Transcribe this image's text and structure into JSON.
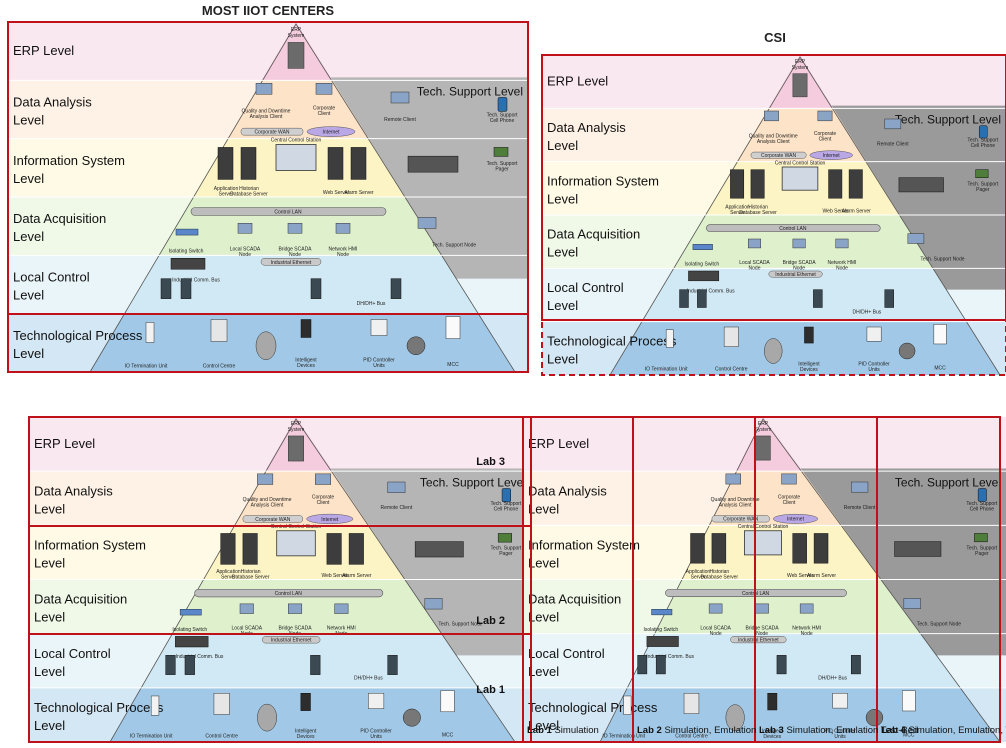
{
  "titles": {
    "most": "MOST IIOT CENTERS",
    "csi": "CSI"
  },
  "levels": [
    {
      "id": "erp",
      "label": "ERP Level"
    },
    {
      "id": "data-analysis",
      "label": "Data Analysis Level"
    },
    {
      "id": "information-system",
      "label": "Information System Level"
    },
    {
      "id": "data-acquisition",
      "label": "Data Acquisition Level"
    },
    {
      "id": "local-control",
      "label": "Local Control Level"
    },
    {
      "id": "technological-process",
      "label": "Technological Process Level"
    }
  ],
  "band_colors": [
    "#f3c9dc",
    "#fde1c4",
    "#fdf3c2",
    "#dcefc9",
    "#cfe8f3",
    "#9cc6e6"
  ],
  "support_level": "Tech. Support Level",
  "nodes": {
    "erp_system": "ERP System",
    "quality_client": "Quality and Downtime Analysis Client",
    "corporate_client": "Corporate Client",
    "corporate_wan": "Corporate WAN",
    "internet": "Internet",
    "remote_client": "Remote Client",
    "tech_support_phone": "Tech. Support Cell Phone",
    "tech_support_pager": "Tech. Support Pager",
    "central_control_station": "Central Control Station",
    "application_server": "Application Server",
    "historian": "Historian Database Server",
    "web_server": "Web Server",
    "alarm_server": "Alarm Server",
    "control_lan": "Control LAN",
    "tech_support_node": "Tech. Support Node",
    "isolating_switch": "Isolating Switch",
    "local_scada": "Local SCADA Node",
    "bridge_scada": "Bridge SCADA Node",
    "network_hmi": "Network HMI Node",
    "industrial_comm_bus": "Industrial Comm. Bus",
    "industrial_ethernet": "Industrial Ethernet",
    "dh_bus": "DH/DH+ Bus",
    "io_termination": "IO Termination Unit",
    "control_centre": "Control Centre",
    "intelligent_devices": "Intelligent Devices",
    "pid_units": "PID Controller Units",
    "mcc": "MCC"
  },
  "labs_levels": {
    "lab3": "Lab 3",
    "lab2": "Lab 2",
    "lab1": "Lab 1"
  },
  "labs_columns": [
    {
      "name": "Lab 1",
      "desc": "Simulation"
    },
    {
      "name": "Lab 2",
      "desc": "Simulation, Emulation"
    },
    {
      "name": "Lab 3",
      "desc": "Simulation, Emulation Test-Bed"
    },
    {
      "name": "Lab 4",
      "desc": "Simulation, Emulation, Test-Plant"
    }
  ]
}
